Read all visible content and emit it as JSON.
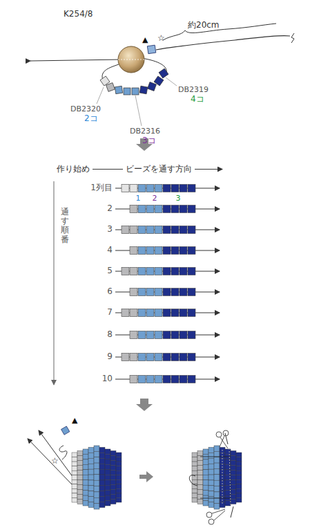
{
  "diagram": {
    "labels": [
      "K254/8",
      "▲",
      "☆",
      "約20cm",
      "DB2320",
      "2コ",
      "DB2316",
      "3コ",
      "DB2319",
      "4コ",
      "作り始め",
      "ビーズを通す方向",
      "1列目",
      "1",
      "2",
      "3",
      "2",
      "3",
      "4",
      "5",
      "6",
      "7",
      "8",
      "9",
      "10",
      "通す順番",
      "▲",
      "☆"
    ]
  }
}
